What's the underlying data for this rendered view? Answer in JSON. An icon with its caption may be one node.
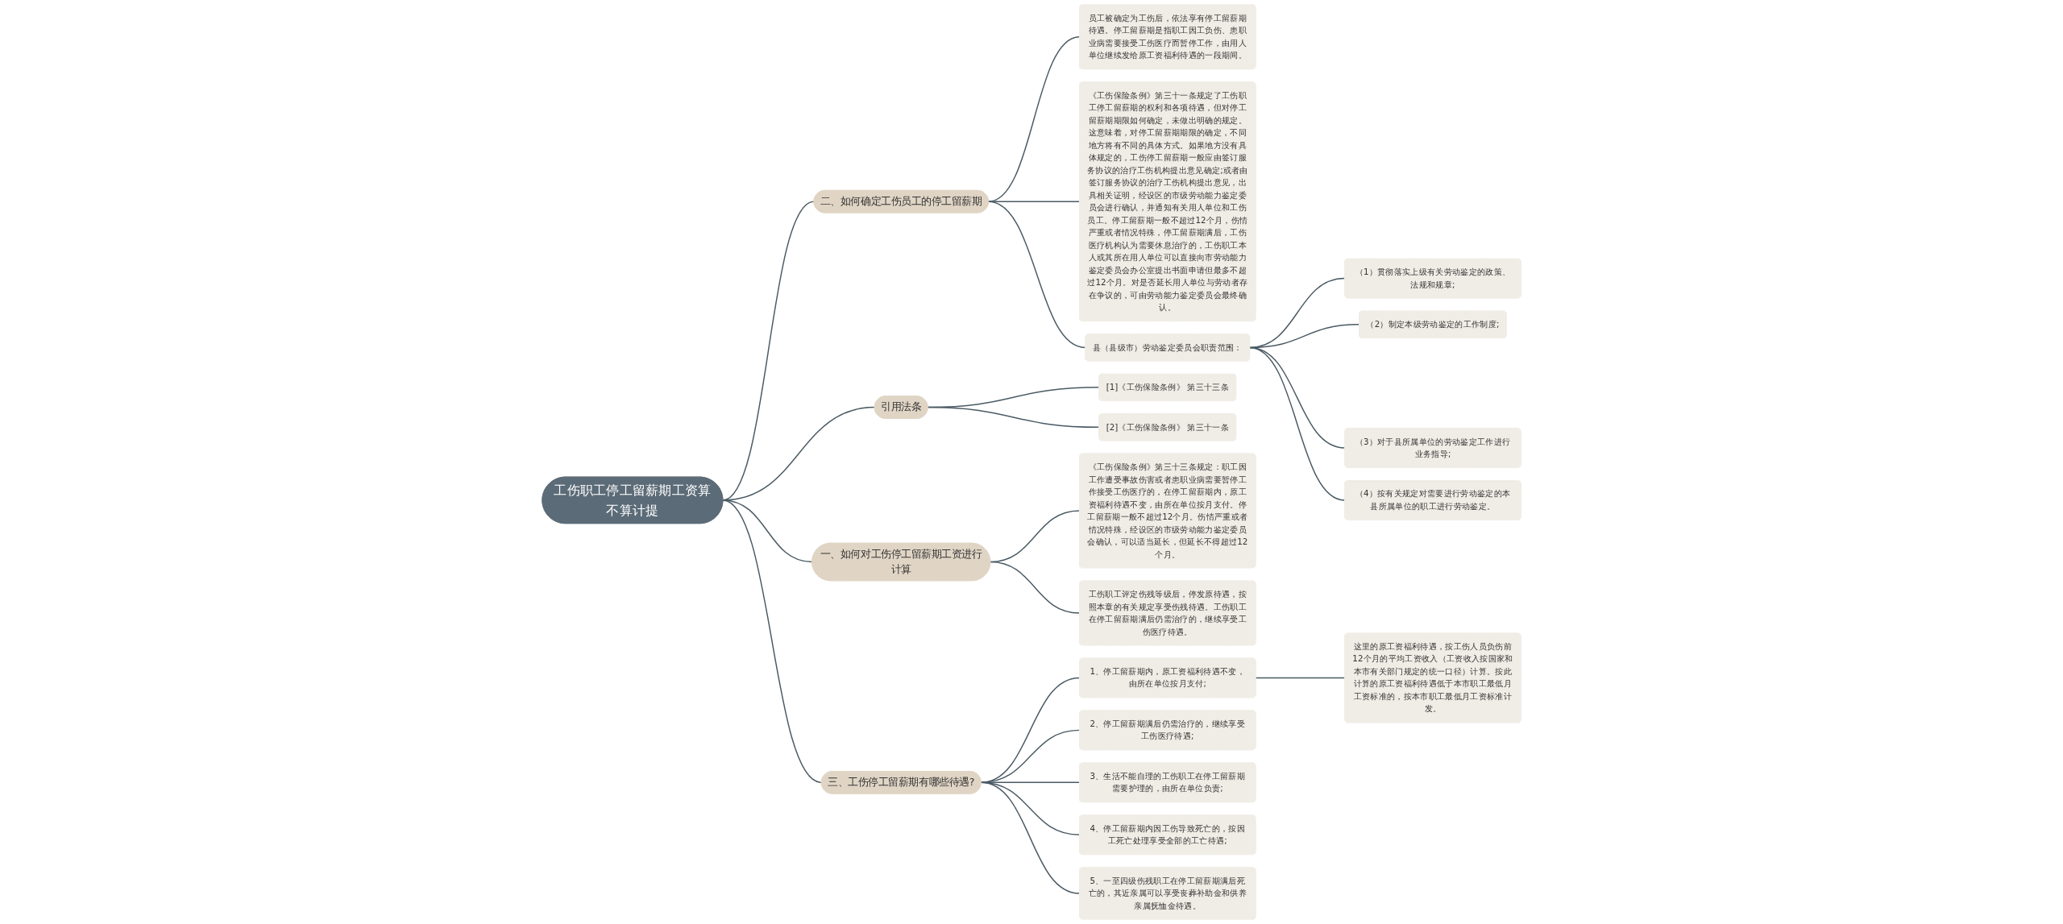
{
  "diagram": {
    "nodes": [
      {
        "text": [
          "工伤职工停工留薪期工资算不算计提"
        ]
      },
      {
        "text": [
          "二、如何确定工伤员工的停工留薪期"
        ]
      },
      {
        "text": [
          "员工被确定为工伤后，依法享有停工留薪期待遇。停工留薪期是指职工因工负伤、患职业病需要接受工伤医疗而暂停工作，由用人单位继续发给原工资福利待遇的一段期间。"
        ]
      },
      {
        "text": [
          "《工伤保险条例》第三十一条规定了工伤职工停工留薪期的权利和各项待遇，但对停工留薪期期限如何确定，未做出明确的规定。这意味着，对停工留薪期期限的确定，不同地方将有不同的具体方式。如果地方没有具体规定的，工伤停工留薪期一般应由签订服务协议的治疗工伤机构提出意见确定;或者由签订服务协议的治疗工伤机构提出意见，出具相关证明，经设区的市级劳动能力鉴定委员会进行确认，并通知有关用人单位和工伤员工。停工留薪期一般不超过12个月，伤情严重或者情况特殊，停工留薪期满后，工伤医疗机构认为需要休息治疗的，工伤职工本人或其所在用人单位可以直接向市劳动能力鉴定委员会办公室提出书面申请但最多不超过12个月。对是否延长用人单位与劳动者存在争议的，可由劳动能力鉴定委员会最终确认。"
        ]
      },
      {
        "text": [
          "县（县级市）劳动鉴定委员会职责范围："
        ]
      },
      {
        "text": [
          "（1）贯彻落实上级有关劳动鉴定的政策、法规和规章;"
        ]
      },
      {
        "text": [
          "（2）制定本级劳动鉴定的工作制度;"
        ]
      },
      {
        "text": [
          "（3）对于县所属单位的劳动鉴定工作进行业务指导;"
        ]
      },
      {
        "text": [
          "（4）按有关规定对需要进行劳动鉴定的本县所属单位的职工进行劳动鉴定。"
        ]
      },
      {
        "text": [
          "引用法条"
        ]
      },
      {
        "text": [
          "[1]《工伤保险条例》 第三十三条"
        ]
      },
      {
        "text": [
          "[2]《工伤保险条例》 第三十一条"
        ]
      },
      {
        "text": [
          "一、如何对工伤停工留薪期工资进行计算"
        ]
      },
      {
        "text": [
          "《工伤保险条例》第三十三条规定：职工因工作遭受事故伤害或者患职业病需要暂停工作接受工伤医疗的，在停工留薪期内，原工资福利待遇不变，由所在单位按月支付。停工留薪期一般不超过12个月。伤情严重或者情况特殊，经设区的市级劳动能力鉴定委员会确认，可以适当延长，但延长不得超过12个月。"
        ]
      },
      {
        "text": [
          "工伤职工评定伤残等级后，停发原待遇，按照本章的有关规定享受伤残待遇。工伤职工在停工留薪期满后仍需治疗的，继续享受工伤医疗待遇。"
        ]
      },
      {
        "text": [
          "三、工伤停工留薪期有哪些待遇?"
        ]
      },
      {
        "text": [
          "1、停工留薪期内，原工资福利待遇不变，由所在单位按月支付;"
        ]
      },
      {
        "text": [
          "这里的原工资福利待遇，按工伤人员负伤前12个月的平均工资收入（工资收入按国家和本市有关部门规定的统一口径）计算。按此计算的原工资福利待遇低于本市职工最低月工资标准的，按本市职工最低月工资标准计发。"
        ]
      },
      {
        "text": [
          "2、停工留薪期满后仍需治疗的，继续享受工伤医疗待遇;"
        ]
      },
      {
        "text": [
          "3、生活不能自理的工伤职工在停工留薪期需要护理的，由所在单位负责;"
        ]
      },
      {
        "text": [
          "4、停工留薪期内因工伤导致死亡的，按因工死亡处理享受全部的工亡待遇;"
        ]
      },
      {
        "text": [
          "5、一至四级伤残职工在停工留薪期满后死亡的，其近亲属可以享受丧葬补助金和供养亲属抚恤金待遇。"
        ]
      }
    ],
    "edges": [
      {
        "from": 0,
        "to": 1,
        "arrow": "none"
      },
      {
        "from": 1,
        "to": 2,
        "arrow": "none"
      },
      {
        "from": 1,
        "to": 3,
        "arrow": "none"
      },
      {
        "from": 1,
        "to": 4,
        "arrow": "none"
      },
      {
        "from": 4,
        "to": 5,
        "arrow": "none"
      },
      {
        "from": 4,
        "to": 6,
        "arrow": "none"
      },
      {
        "from": 4,
        "to": 7,
        "arrow": "none"
      },
      {
        "from": 4,
        "to": 8,
        "arrow": "none"
      },
      {
        "from": 0,
        "to": 9,
        "arrow": "none"
      },
      {
        "from": 9,
        "to": 10,
        "arrow": "none"
      },
      {
        "from": 9,
        "to": 11,
        "arrow": "none"
      },
      {
        "from": 0,
        "to": 12,
        "arrow": "none"
      },
      {
        "from": 12,
        "to": 13,
        "arrow": "none"
      },
      {
        "from": 12,
        "to": 14,
        "arrow": "none"
      },
      {
        "from": 0,
        "to": 15,
        "arrow": "none"
      },
      {
        "from": 15,
        "to": 16,
        "arrow": "none"
      },
      {
        "from": 16,
        "to": 17,
        "arrow": "none"
      },
      {
        "from": 15,
        "to": 18,
        "arrow": "none"
      },
      {
        "from": 15,
        "to": 19,
        "arrow": "none"
      },
      {
        "from": 15,
        "to": 20,
        "arrow": "none"
      },
      {
        "from": 15,
        "to": 21,
        "arrow": "none"
      }
    ]
  }
}
